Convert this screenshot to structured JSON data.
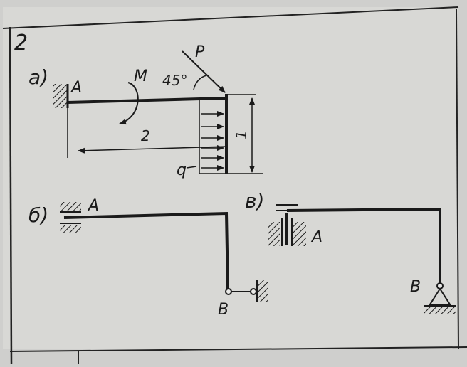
{
  "problem_number": "2",
  "parts": {
    "a": {
      "label": "а)",
      "support_label": "A",
      "moment_label": "M",
      "angle_label": "45°",
      "force_label": "P",
      "load_label": "q",
      "length_horizontal": "2",
      "length_vertical": "1"
    },
    "b": {
      "label": "б)",
      "point_a": "A",
      "point_b": "B"
    },
    "v": {
      "label": "в)",
      "point_a": "A",
      "point_b": "B"
    }
  },
  "colors": {
    "ink": "#1a1a1a",
    "paper": "#d6d6d3"
  }
}
